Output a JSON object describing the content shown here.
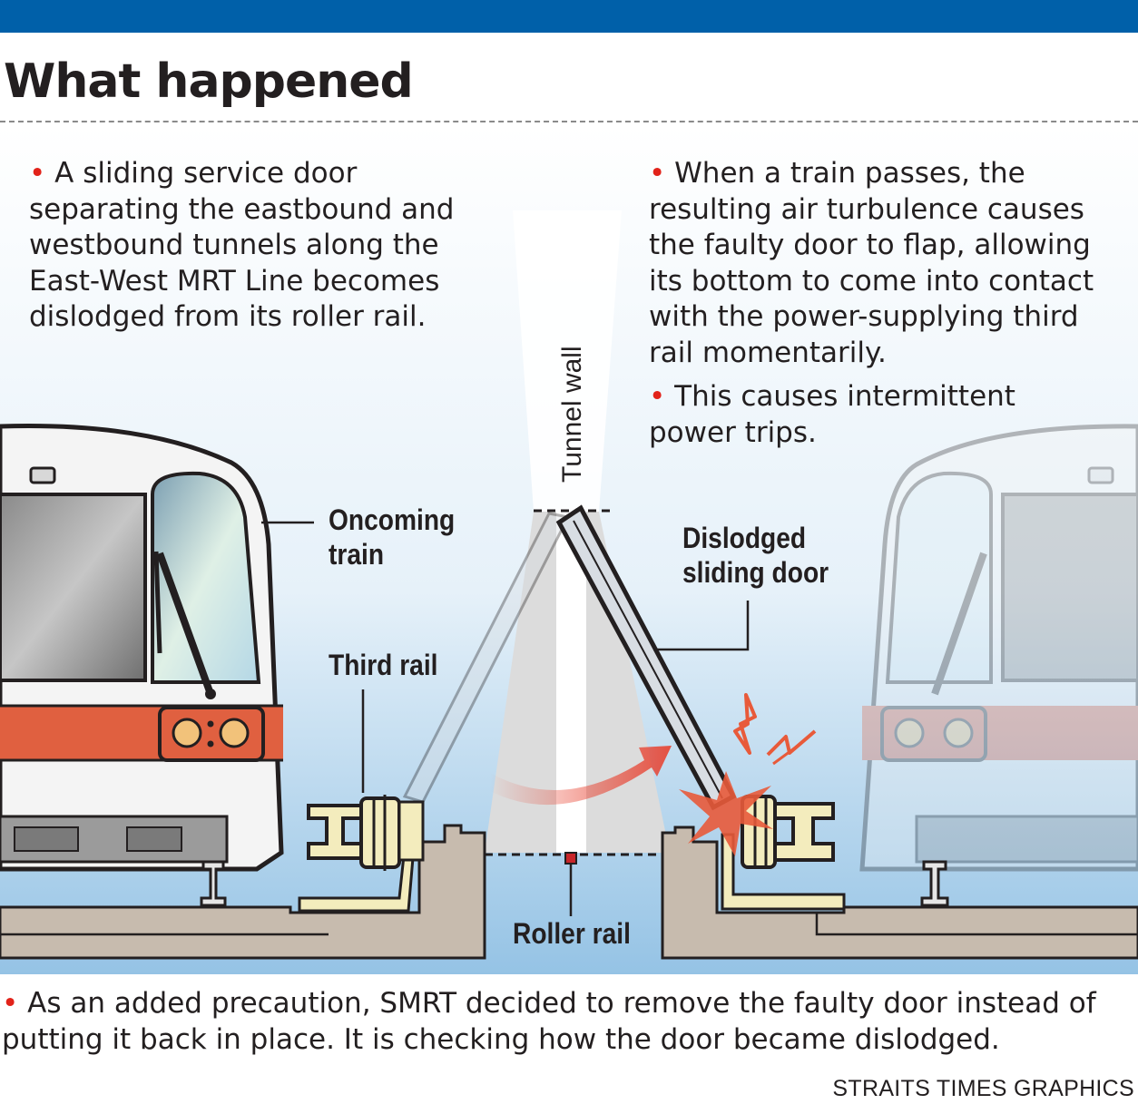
{
  "title": "What happened",
  "text": {
    "left_bullet": "A sliding service door separating the eastbound and westbound tunnels along the East-West MRT Line becomes dislodged from its roller rail.",
    "right_bullet_1": "When a train passes, the resulting air turbulence causes the faulty door to flap, allowing its bottom to come into contact with the power-supplying third rail momentarily.",
    "right_bullet_2": "This causes intermittent power trips.",
    "footnote": "As an added precaution, SMRT decided to remove the faulty door instead of putting it back in place. It is checking how the door became dislodged.",
    "credit": "STRAITS TIMES GRAPHICS"
  },
  "labels": {
    "oncoming_train_1": "Oncoming",
    "oncoming_train_2": "train",
    "third_rail": "Third rail",
    "tunnel_wall": "Tunnel wall",
    "dislodged_door_1": "Dislodged",
    "dislodged_door_2": "sliding door",
    "roller_rail": "Roller rail"
  },
  "bullet_glyph": "•",
  "colors": {
    "top_bar": "#0060a9",
    "bullet": "#e2231a",
    "sky_top": "#ffffff",
    "sky_bottom": "#9ec8e8",
    "ground": "#c7bbae",
    "train_stripe": "#e06040",
    "insulator": "#f3ecbd",
    "spark": "#e85a3a"
  },
  "icons": [
    "train-front-icon",
    "door-panel-icon",
    "spark-icon",
    "air-flow-arrow-icon",
    "insulator-icon"
  ]
}
